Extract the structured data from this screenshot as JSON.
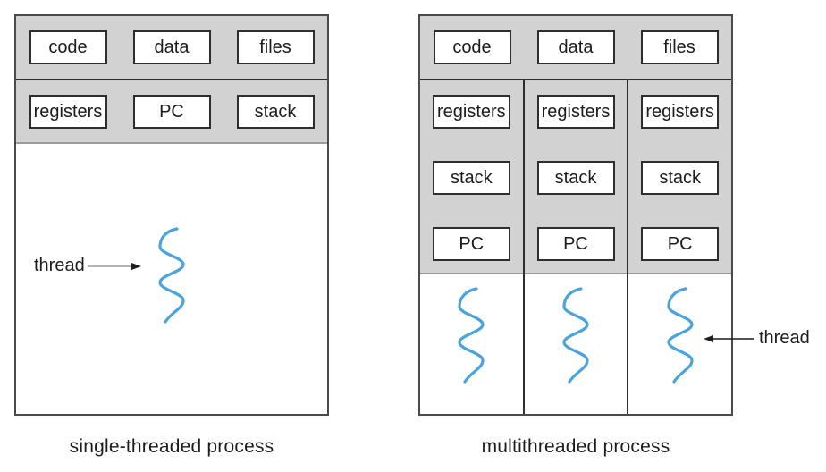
{
  "figure": {
    "left": {
      "caption": "single-threaded process",
      "shared": [
        "code",
        "data",
        "files"
      ],
      "per_thread": [
        "registers",
        "PC",
        "stack"
      ],
      "thread_label": "thread"
    },
    "right": {
      "caption": "multithreaded process",
      "shared": [
        "code",
        "data",
        "files"
      ],
      "threads": [
        [
          "registers",
          "stack",
          "PC"
        ],
        [
          "registers",
          "stack",
          "PC"
        ],
        [
          "registers",
          "stack",
          "PC"
        ]
      ],
      "thread_label": "thread"
    },
    "colors": {
      "band_gray": "#d2d2d2",
      "box_border": "#2e2e2e",
      "outer_border": "#4a4a4a",
      "soft_edge": "#9c9c9c",
      "thread_blue": "#4aa4db",
      "text": "#1c1c1c"
    }
  }
}
